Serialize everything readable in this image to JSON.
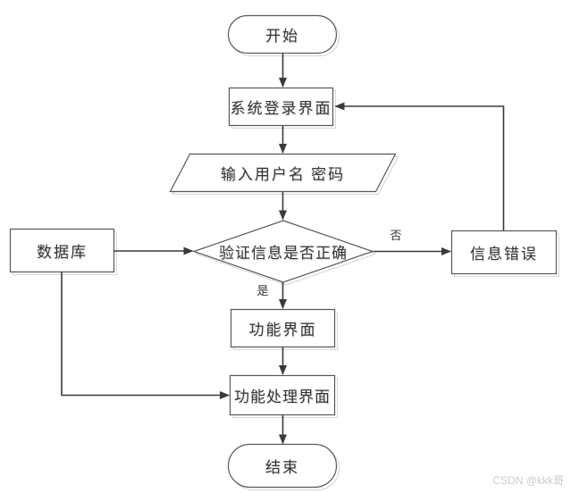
{
  "diagram": {
    "type": "flowchart",
    "nodes": [
      {
        "id": "start",
        "shape": "stadium",
        "label": "开始"
      },
      {
        "id": "login",
        "shape": "rectangle",
        "label": "系统登录界面"
      },
      {
        "id": "input",
        "shape": "parallelogram",
        "label": "输入用户名 密码"
      },
      {
        "id": "decision",
        "shape": "diamond",
        "label": "验证信息是否正确"
      },
      {
        "id": "database",
        "shape": "rectangle",
        "label": "数据库"
      },
      {
        "id": "error",
        "shape": "rectangle",
        "label": "信息错误"
      },
      {
        "id": "function",
        "shape": "rectangle",
        "label": "功能界面"
      },
      {
        "id": "process",
        "shape": "rectangle",
        "label": "功能处理界面"
      },
      {
        "id": "end",
        "shape": "stadium",
        "label": "结束"
      }
    ],
    "edge_labels": {
      "yes": "是",
      "no": "否"
    },
    "edges": [
      {
        "from": "start",
        "to": "login"
      },
      {
        "from": "login",
        "to": "input"
      },
      {
        "from": "input",
        "to": "decision"
      },
      {
        "from": "decision",
        "to": "function",
        "label": "是"
      },
      {
        "from": "decision",
        "to": "error",
        "label": "否"
      },
      {
        "from": "error",
        "to": "login"
      },
      {
        "from": "database",
        "to": "decision"
      },
      {
        "from": "database",
        "to": "process"
      },
      {
        "from": "function",
        "to": "process"
      },
      {
        "from": "process",
        "to": "end"
      }
    ],
    "colors": {
      "background": "#ffffff",
      "line": "#3a3a3a",
      "border": "#575757",
      "shadow": "#dadada",
      "text": "#333333",
      "watermark": "#cfc8c8"
    }
  },
  "watermark": {
    "text": "CSDN @kkk哥"
  }
}
